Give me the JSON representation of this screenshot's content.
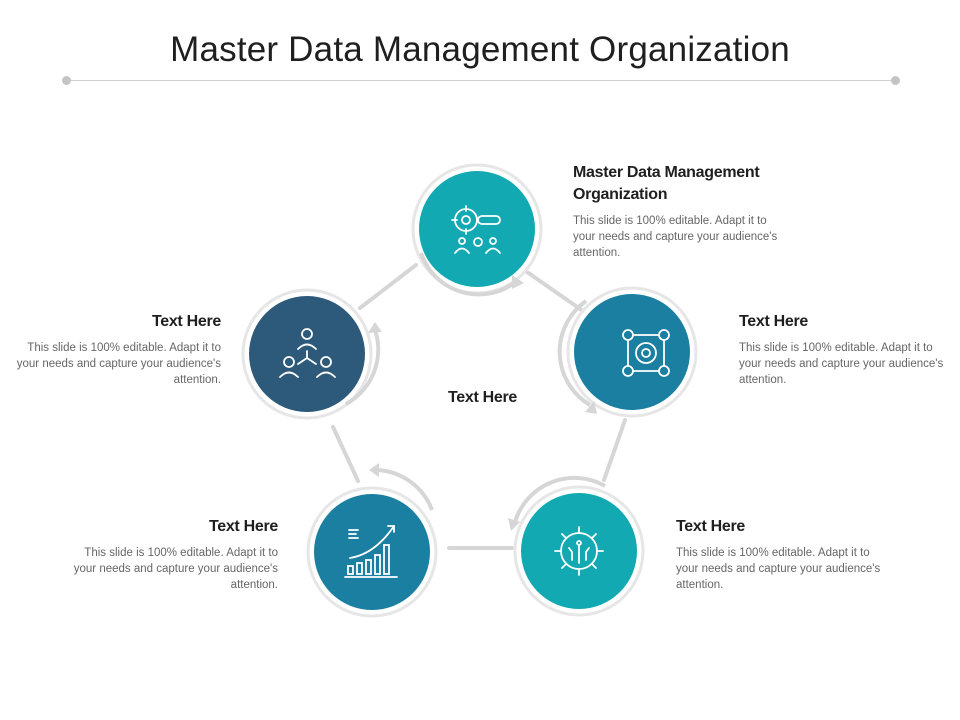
{
  "title": "Master Data Management Organization",
  "center": "Text Here",
  "colors": {
    "teal": "#13A9B3",
    "blue": "#1A7FA0",
    "navy": "#2D5A7B",
    "ring": "#E4E4E4",
    "arrow": "#D6D6D6"
  },
  "nodes": [
    {
      "id": "top",
      "title": "Master Data Management Organization",
      "desc": "This slide is 100% editable. Adapt it to your needs and capture your audience's attention.",
      "icon": "search-team-icon",
      "color": "#13A9B3"
    },
    {
      "id": "right",
      "title": "Text Here",
      "desc": "This slide is 100% editable. Adapt it to your needs and capture your audience's attention.",
      "icon": "cycle-process-icon",
      "color": "#1A7FA0"
    },
    {
      "id": "bottom-right",
      "title": "Text Here",
      "desc": "This slide is 100% editable. Adapt it to your needs and capture your audience's attention.",
      "icon": "gear-circuit-icon",
      "color": "#13A9B3"
    },
    {
      "id": "bottom-left",
      "title": "Text Here",
      "desc": "This slide is 100% editable. Adapt it to your needs and capture your audience's attention.",
      "icon": "growth-chart-icon",
      "color": "#1A7FA0"
    },
    {
      "id": "left",
      "title": "Text Here",
      "desc": "This slide is 100% editable. Adapt it to your needs and capture your audience's attention.",
      "icon": "org-hierarchy-icon",
      "color": "#2D5A7B"
    }
  ]
}
